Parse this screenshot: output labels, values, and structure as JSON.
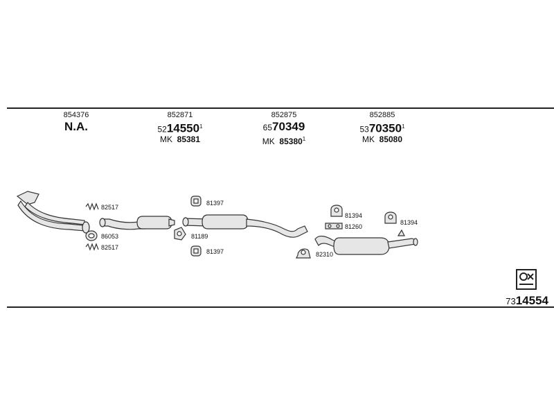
{
  "columns": [
    {
      "number": "854376",
      "primary_full": "N.A.",
      "primary_prefix": "",
      "primary_main": "N.A.",
      "superscript": "",
      "secondary_prefix": "",
      "secondary_ref": "",
      "secondary_sup": ""
    },
    {
      "number": "852871",
      "primary_prefix": "52",
      "primary_main": "14550",
      "superscript": "1",
      "secondary_prefix": "MK",
      "secondary_ref": "85381",
      "secondary_sup": ""
    },
    {
      "number": "852875",
      "primary_prefix": "65",
      "primary_main": "70349",
      "superscript": "",
      "secondary_prefix": "MK",
      "secondary_ref": "85380",
      "secondary_sup": "1"
    },
    {
      "number": "852885",
      "primary_prefix": "53",
      "primary_main": "70350",
      "superscript": "1",
      "secondary_prefix": "MK",
      "secondary_ref": "85080",
      "secondary_sup": ""
    }
  ],
  "part_labels": {
    "p82517_top": "82517",
    "p86053": "86053",
    "p82517_bottom": "82517",
    "p81397_top": "81397",
    "p81189": "81189",
    "p81397_bottom": "81397",
    "p82310": "82310",
    "p81394_left": "81394",
    "p81260": "81260",
    "p81394_right": "81394"
  },
  "reference_code": {
    "prefix": "73",
    "main": "14554"
  },
  "colors": {
    "line": "#222222",
    "part_fill": "#e6e6e6",
    "part_stroke": "#333333"
  }
}
